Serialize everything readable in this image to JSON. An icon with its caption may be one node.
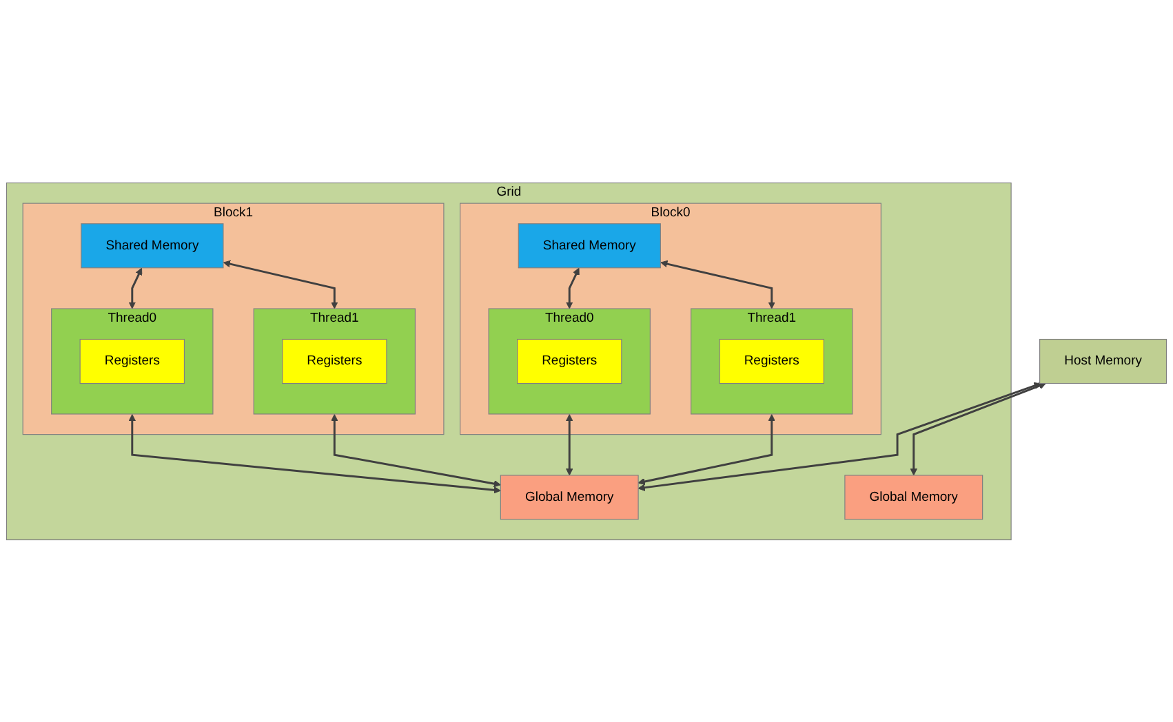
{
  "diagram": {
    "nodes": [
      {
        "text": [
          "Grid"
        ]
      },
      {
        "text": [
          "Block0"
        ],
        "in": 0
      },
      {
        "text": [
          "Shared Memory"
        ],
        "in": 1
      },
      {
        "text": [
          "Thread0"
        ],
        "in": 1
      },
      {
        "text": [
          "Registers"
        ],
        "in": 3
      },
      {
        "text": [
          "Thread1"
        ],
        "in": 1
      },
      {
        "text": [
          "Registers"
        ],
        "in": 5
      },
      {
        "text": [
          "Block1"
        ],
        "in": 0
      },
      {
        "text": [
          "Shared Memory"
        ],
        "in": 7
      },
      {
        "text": [
          "Thread0"
        ],
        "in": 7
      },
      {
        "text": [
          "Registers"
        ],
        "in": 9
      },
      {
        "text": [
          "Thread1"
        ],
        "in": 7
      },
      {
        "text": [
          "Registers"
        ],
        "in": 11
      },
      {
        "text": [
          "Global Memory"
        ],
        "in": 0
      },
      {
        "text": [
          "Global Memory"
        ],
        "in": 0
      },
      {
        "text": [
          "Host Memory"
        ]
      }
    ],
    "edges": [
      {
        "from": 2,
        "to": 3,
        "arrow": "both"
      },
      {
        "from": 2,
        "to": 5,
        "arrow": "both"
      },
      {
        "from": 8,
        "to": 9,
        "arrow": "both"
      },
      {
        "from": 8,
        "to": 11,
        "arrow": "both"
      },
      {
        "from": 3,
        "to": 13,
        "arrow": "both"
      },
      {
        "from": 5,
        "to": 13,
        "arrow": "both"
      },
      {
        "from": 9,
        "to": 13,
        "arrow": "both"
      },
      {
        "from": 11,
        "to": 13,
        "arrow": "both"
      },
      {
        "from": 15,
        "to": 13,
        "arrow": "both"
      },
      {
        "from": 15,
        "to": 14,
        "arrow": "both"
      }
    ]
  }
}
